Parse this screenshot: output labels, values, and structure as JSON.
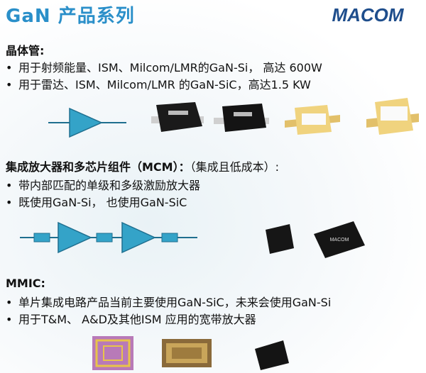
{
  "header": {
    "title": "GaN 产品系列",
    "logo_text": "MACOM"
  },
  "section1": {
    "heading": "晶体管:",
    "bullets": [
      "用于射频能量、ISM、Milcom/LMR的GaN-Si，  高达 600W",
      "用于雷达、ISM、Milcom/LMR 的GaN-SiC，高达1.5 KW"
    ]
  },
  "section2": {
    "heading": "集成放大器和多芯片组件（MCM）：",
    "heading_sub": "（集成且低成本）:",
    "bullets": [
      "带内部匹配的单级和多级激励放大器",
      "既使用GaN-Si， 也使用GaN-SiC"
    ]
  },
  "section3": {
    "heading": "MMIC:",
    "bullets": [
      "单片集成电路产品当前主要使用GaN-SiC，未来会使用GaN-Si",
      "用于T&M、 A&D及其他ISM 应用的宽带放大器"
    ]
  },
  "bullet_symbol": "•",
  "colors": {
    "title": "#2a8fc9",
    "logo": "#1f4e8c",
    "diagram_line": "#1f6f8f",
    "diagram_fill": "#34a3c8"
  }
}
